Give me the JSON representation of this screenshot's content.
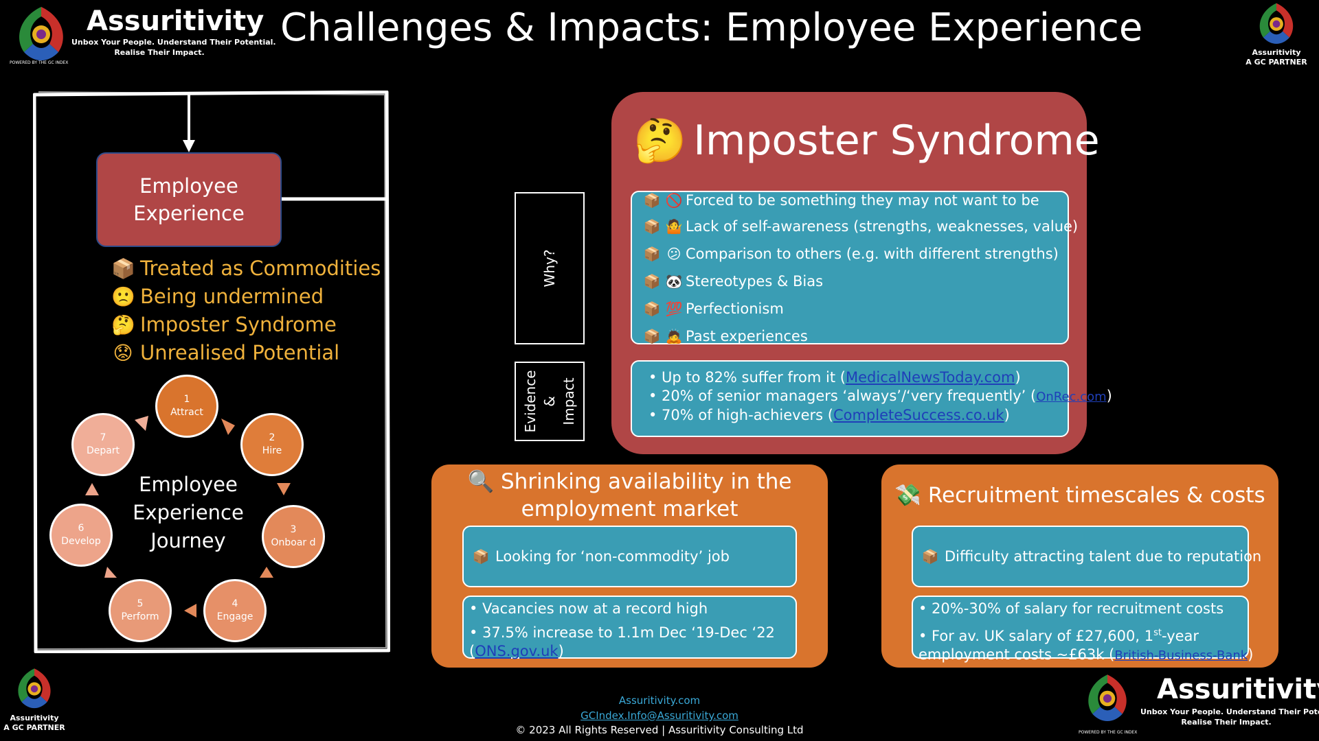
{
  "title": "Challenges & Impacts: Employee Experience",
  "brand": {
    "name": "Assuritivity",
    "tagline_1": "Unbox Your People. Understand Their Potential.",
    "tagline_2": "Realise Their Impact.",
    "powered_by": "POWERED BY",
    "gc_index": "THE GC INDEX",
    "partner_name": "Assuritivity",
    "partner_line": "A GC PARTNER"
  },
  "journey": {
    "core_box": "Employee Experience",
    "challenges": [
      {
        "icon": "📦",
        "label": "Treated as Commodities"
      },
      {
        "icon": "🙁",
        "label": "Being undermined"
      },
      {
        "icon": "🤔",
        "label": "Imposter Syndrome"
      },
      {
        "icon": "😟",
        "label": "Unrealised Potential"
      }
    ],
    "label": "Employee Experience Journey",
    "stages": [
      {
        "num": "1",
        "name": "Attract",
        "color": "#d9742d"
      },
      {
        "num": "2",
        "name": "Hire",
        "color": "#df7d3a"
      },
      {
        "num": "3",
        "name": "Onboar d",
        "color": "#e3895a"
      },
      {
        "num": "4",
        "name": "Engage",
        "color": "#e69068"
      },
      {
        "num": "5",
        "name": "Perform",
        "color": "#e89a78"
      },
      {
        "num": "6",
        "name": "Develop",
        "color": "#eda48a"
      },
      {
        "num": "7",
        "name": "Depart",
        "color": "#f0ae98"
      }
    ]
  },
  "why_label": "Why?",
  "evidence_label_1": "Evidence",
  "evidence_label_2": "&",
  "evidence_label_3": "Impact",
  "imposter": {
    "icon": "🤔",
    "title": "Imposter Syndrome",
    "why": [
      {
        "icon": "🚫",
        "text": "Forced to be something they may not want to be"
      },
      {
        "icon": "🤷",
        "text": "Lack of self-awareness (strengths, weaknesses, value)"
      },
      {
        "icon": "😕",
        "text": "Comparison to others (e.g. with different strengths)"
      },
      {
        "icon": "🐼",
        "text": "Stereotypes & Bias"
      },
      {
        "icon": "💯",
        "text": "Perfectionism"
      },
      {
        "icon": "🙇",
        "text": "Past experiences"
      }
    ],
    "evidence": [
      {
        "text": "• Up to 82% suffer from it (",
        "link": "MedicalNewsToday.com",
        "end": ")"
      },
      {
        "text": "• 20% of senior managers ‘always’/‘very frequently’ (",
        "link": "OnRec.com",
        "end": ")"
      },
      {
        "text": "• 70% of high-achievers (",
        "link": "CompleteSuccess.co.uk",
        "end": ")"
      }
    ]
  },
  "shrinking": {
    "icon": "🔍",
    "title_1": "Shrinking availability in the",
    "title_2": "employment market",
    "why": "Looking for ‘non-commodity’ job",
    "ev_1": "• Vacancies now at a record high",
    "ev_2": "• 37.5% increase to 1.1m Dec ‘19-Dec ‘22",
    "ev_3_open": "(",
    "ev_3_link": "ONS.gov.uk",
    "ev_3_close": ")"
  },
  "recruitment": {
    "icon": "💸",
    "title": "Recruitment timescales & costs",
    "why": "Difficulty attracting talent due to reputation",
    "ev_1": "• 20%-30% of salary for recruitment costs",
    "ev_2_a": "• For av. UK salary of £27,600, 1",
    "ev_2_sup": "st",
    "ev_2_b": "-year",
    "ev_3_a": "employment costs ~£63k (",
    "ev_3_link": "British-Business-Bank",
    "ev_3_close": ")"
  },
  "footer": {
    "site": "Assuritivity.com",
    "email": "GCIndex.Info@Assuritivity.com",
    "copyright": "© 2023 All Rights Reserved | Assuritivity Consulting Ltd"
  },
  "colors": {
    "red_panel": "#b04646",
    "teal": "#3a9db4",
    "orange": "#d9742d",
    "challenge_text": "#f0b23c"
  }
}
